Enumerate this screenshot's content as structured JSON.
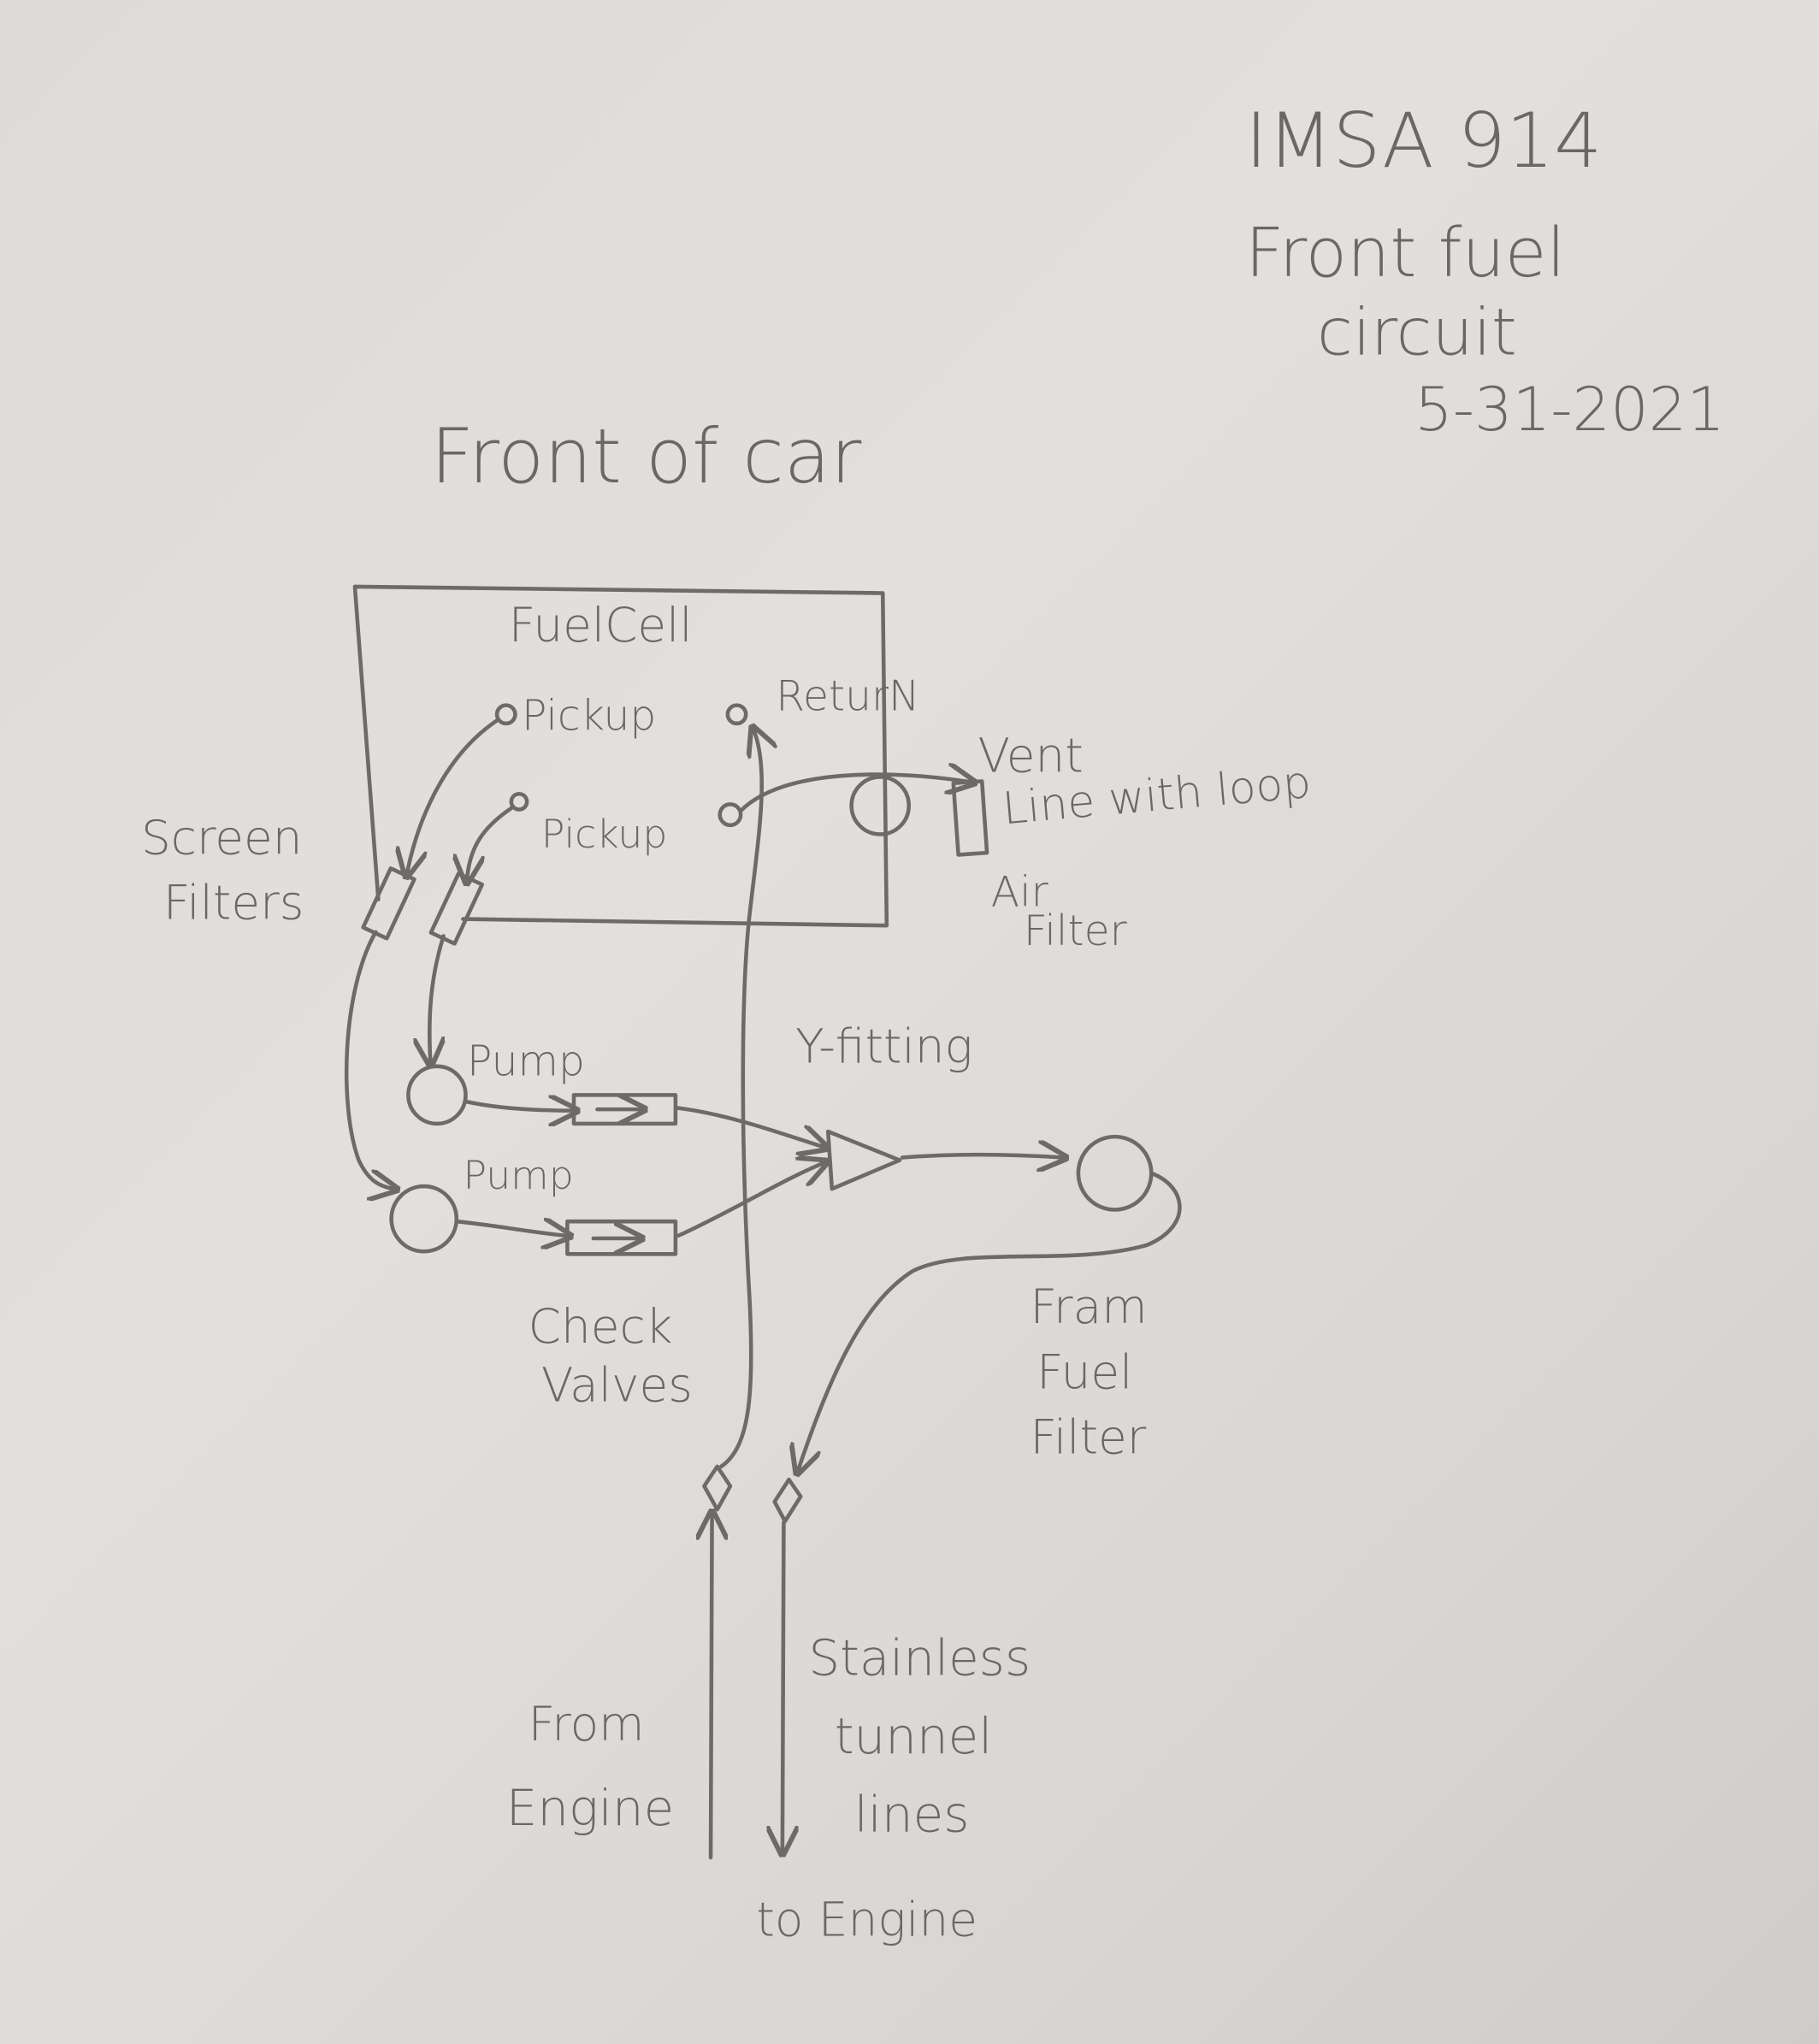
{
  "title": {
    "line1": "IMSA 914",
    "line2": "Front fuel",
    "line3": "circuit",
    "date": "5-31-2021"
  },
  "orientation_label": "Front of car",
  "fuel_cell": {
    "label": "FuelCell",
    "pickup1": "Pickup",
    "pickup2": "Pickup",
    "return": "ReturN"
  },
  "vent": {
    "line1": "Vent",
    "line2": "Line with loop"
  },
  "air_filter": {
    "line1": "Air",
    "line2": "Filter"
  },
  "screen_filters": {
    "line1": "Screen",
    "line2": "Filters"
  },
  "pumps": [
    "Pump",
    "Pump"
  ],
  "y_fitting": "Y-fitting",
  "check_valves": {
    "line1": "Check",
    "line2": "Valves"
  },
  "from_fuel_filter": {
    "line1": "Fram",
    "line2": "Fuel",
    "line3": "Filter"
  },
  "from_engine": {
    "line1": "From",
    "line2": "Engine"
  },
  "tunnel_lines": {
    "line1": "Stainless",
    "line2": "tunnel",
    "line3": "lines"
  },
  "to_engine": "to Engine"
}
